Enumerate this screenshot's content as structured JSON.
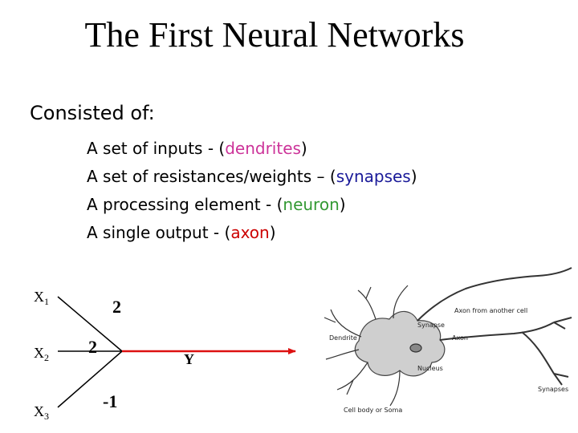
{
  "slide": {
    "title": "The First Neural Networks",
    "intro": "Consisted of:"
  },
  "items": [
    {
      "prefix": "A set of inputs - (",
      "term": "dendrites",
      "suffix": ")",
      "term_color": "#cc3399"
    },
    {
      "prefix": "A set of resistances/weights – (",
      "term": "synapses",
      "suffix": ")",
      "term_color": "#1a1a99"
    },
    {
      "prefix": "A processing element - (",
      "term": "neuron",
      "suffix": ")",
      "term_color": "#339933"
    },
    {
      "prefix": "A single output - (",
      "term": "axon",
      "suffix": ")",
      "term_color": "#cc0000"
    }
  ],
  "network": {
    "inputs": [
      {
        "label": "X",
        "sub": "1",
        "weight": "2"
      },
      {
        "label": "X",
        "sub": "2",
        "weight": "2"
      },
      {
        "label": "X",
        "sub": "3",
        "weight": "-1"
      }
    ],
    "output": "Y",
    "arrow_color": "#dd1111"
  },
  "neuron_labels": {
    "dendrite": "Dendrite",
    "synapse": "Synapse",
    "axon_from": "Axon from another cell",
    "axon": "Axon",
    "nucleus": "Nucleus",
    "cell_body": "Cell body or Soma",
    "synapses": "Synapses"
  }
}
